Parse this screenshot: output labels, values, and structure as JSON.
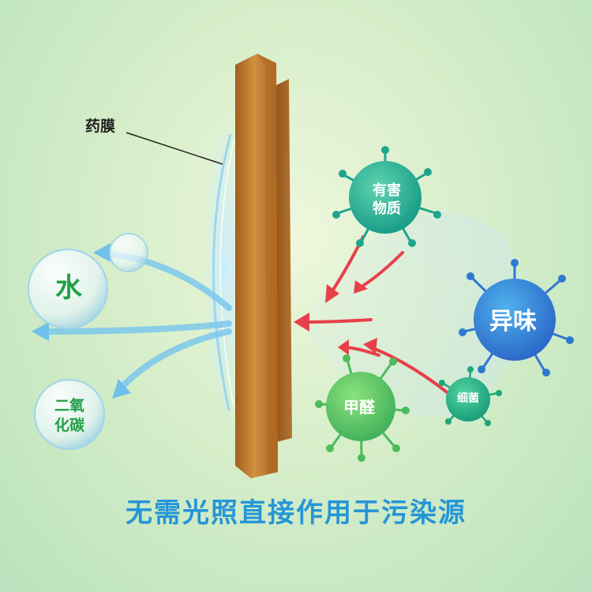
{
  "labels": {
    "membrane": "药膜",
    "water": "水",
    "co2": "二氧\n化碳",
    "harmful": "有害\n物质",
    "odor": "异味",
    "formaldehyde": "甲醛",
    "bacteria": "细菌"
  },
  "caption": "无需光照直接作用于污染源",
  "colors": {
    "text_green": "#22a046",
    "caption_blue": "#2595d8",
    "wood": "#b8742d",
    "arrow_red": "#e8404a",
    "arrow_blue": "#7cc8ec"
  }
}
